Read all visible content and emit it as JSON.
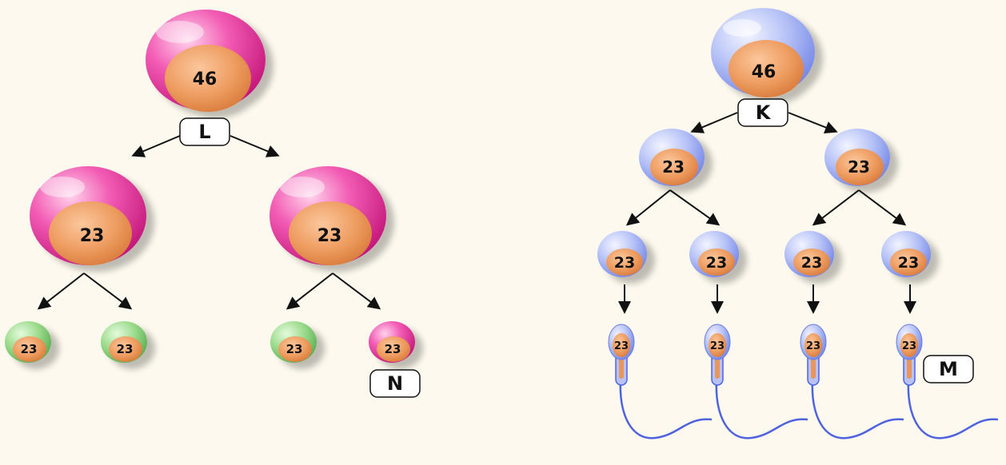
{
  "colors": {
    "background": "#fdf9ee",
    "pink": "#e8379b",
    "green": "#7fcf73",
    "blue": "#8ea2ee",
    "nucleus": "#e8965a",
    "sperm_tail": "#4f63e0",
    "arrow": "#111111"
  },
  "oogenesis": {
    "parent": {
      "count": "46"
    },
    "label_division": "L",
    "secondary": [
      {
        "count": "23"
      },
      {
        "count": "23"
      }
    ],
    "products": [
      {
        "count": "23",
        "kind": "polar-body"
      },
      {
        "count": "23",
        "kind": "polar-body"
      },
      {
        "count": "23",
        "kind": "polar-body"
      },
      {
        "count": "23",
        "kind": "egg"
      }
    ],
    "label_egg": "N"
  },
  "spermatogenesis": {
    "parent": {
      "count": "46"
    },
    "label_division": "K",
    "secondary": [
      {
        "count": "23"
      },
      {
        "count": "23"
      }
    ],
    "spermatids": [
      {
        "count": "23"
      },
      {
        "count": "23"
      },
      {
        "count": "23"
      },
      {
        "count": "23"
      }
    ],
    "sperm": [
      {
        "count": "23"
      },
      {
        "count": "23"
      },
      {
        "count": "23"
      },
      {
        "count": "23"
      }
    ],
    "label_sperm": "M"
  }
}
